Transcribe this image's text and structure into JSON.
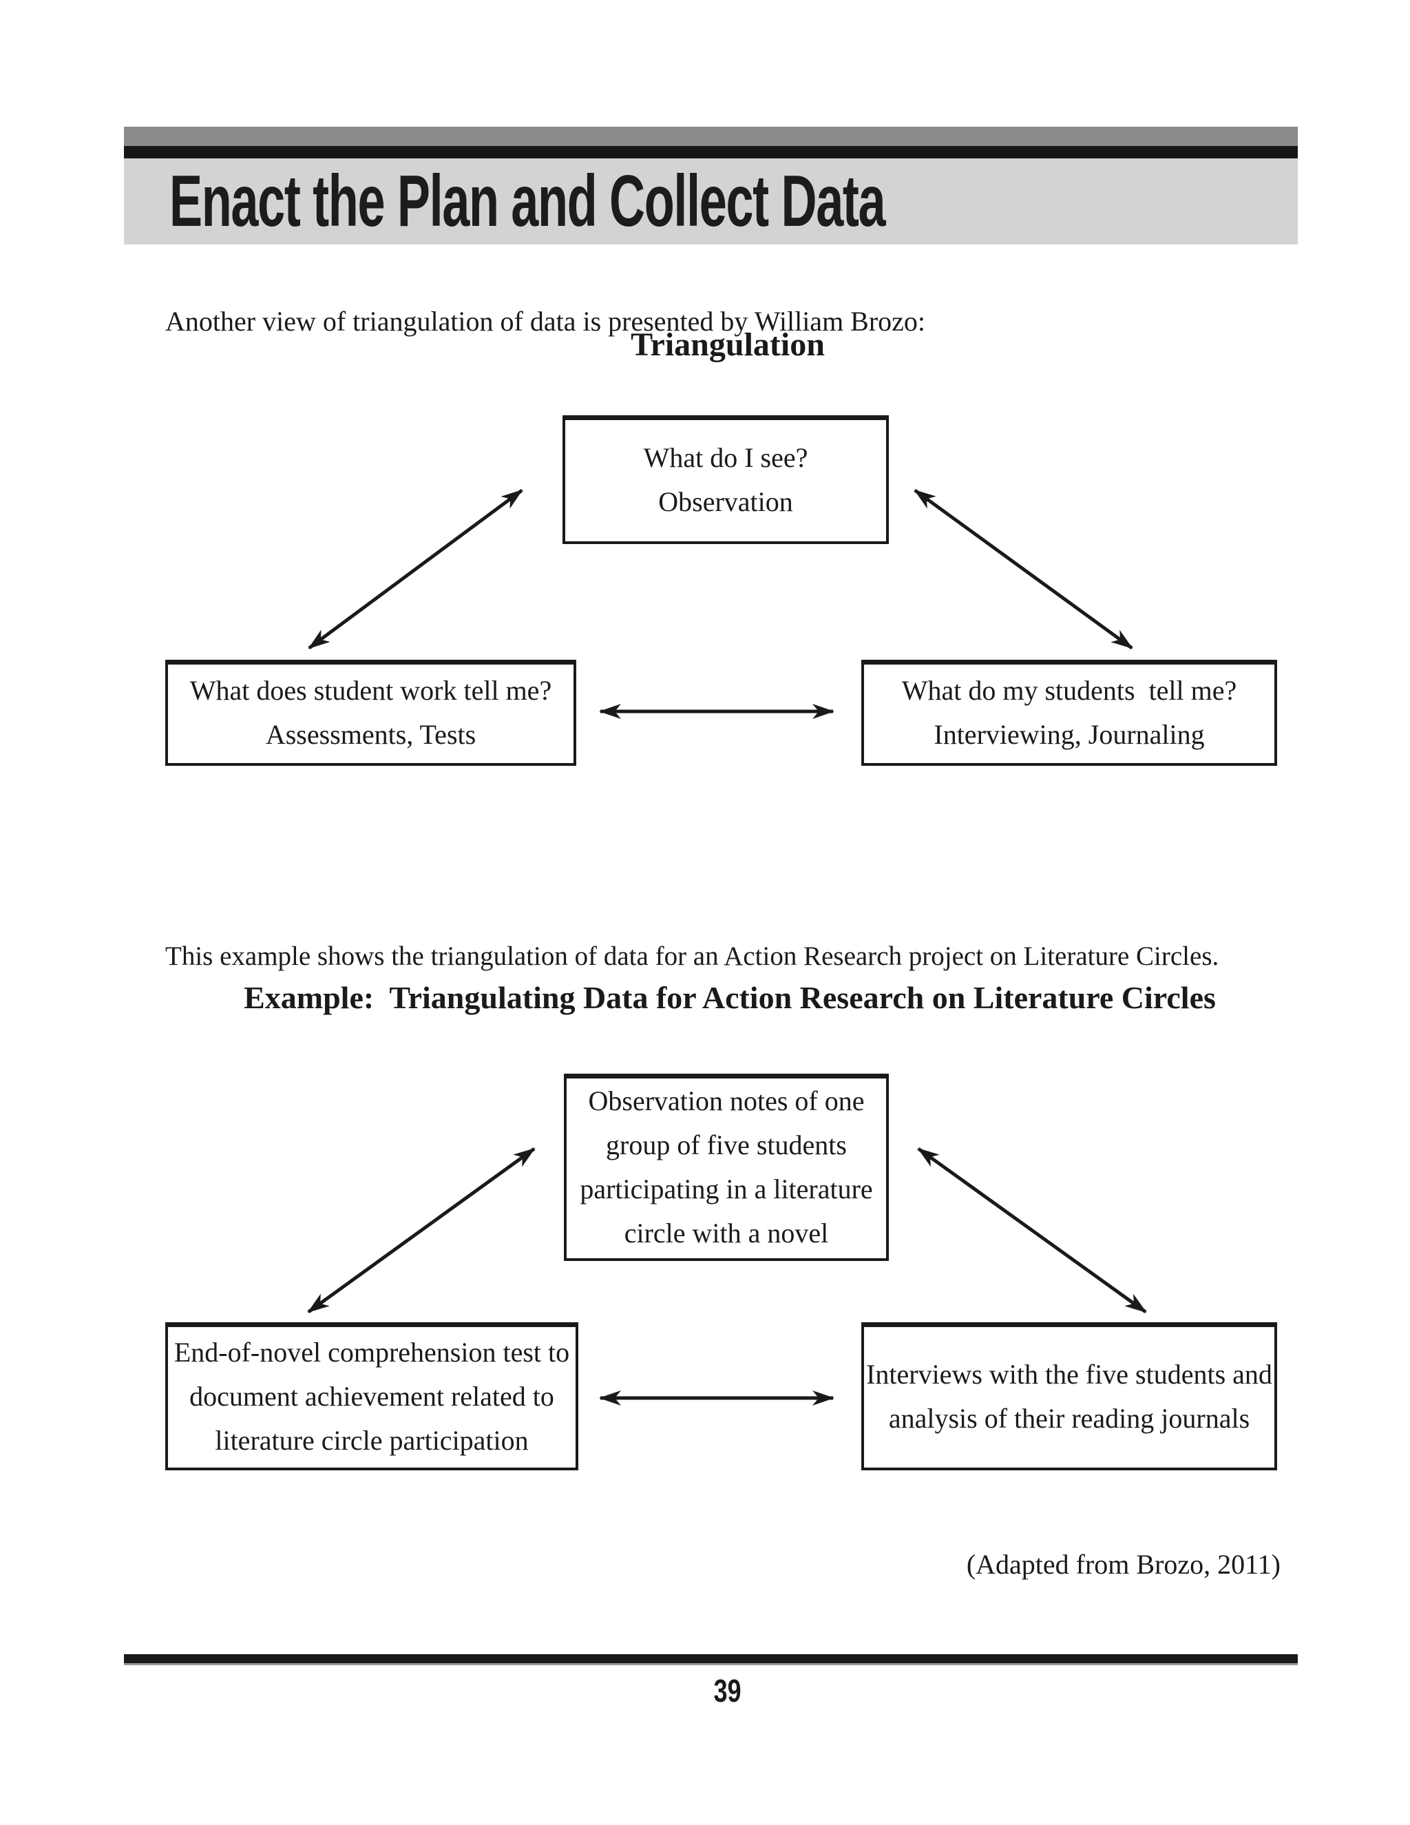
{
  "colors": {
    "header_gray": "#8b8b8b",
    "header_black": "#161616",
    "banner_gray": "#d3d3d3",
    "ink": "#1a1a1a"
  },
  "header": {
    "title": "Enact the Plan and Collect Data"
  },
  "intro1": "Another view of triangulation of data is presented by William Brozo:",
  "diagram1": {
    "heading": "Triangulation",
    "top_box": "What do I see?\nObservation",
    "left_box": "What does student work tell me?\nAssessments, Tests",
    "right_box": "What do my students  tell me?\nInterviewing, Journaling"
  },
  "intro2": "This example shows the triangulation of data for an Action Research project on Literature Circles.",
  "diagram2": {
    "heading": "Example:  Triangulating Data for Action Research on Literature Circles",
    "top_box": "Observation notes of one\ngroup of five students\nparticipating in a literature\ncircle with a novel",
    "left_box": "End-of-novel comprehension test to\ndocument achievement related to\nliterature circle participation",
    "right_box": "Interviews with the five students and\nanalysis of their reading journals"
  },
  "credit": "(Adapted from Brozo, 2011)",
  "footer": {
    "page_number": "39"
  }
}
